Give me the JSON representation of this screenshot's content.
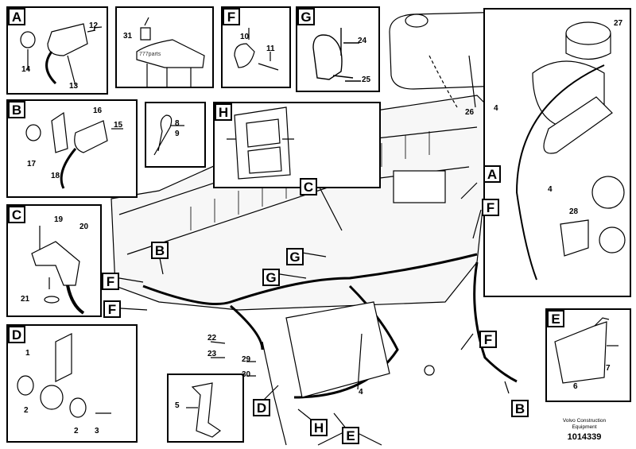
{
  "panels": [
    {
      "id": "A",
      "letter": "A",
      "labels": [
        "12",
        "14",
        "13"
      ]
    },
    {
      "id": "P31",
      "letter": "",
      "labels": [
        "31"
      ]
    },
    {
      "id": "F",
      "letter": "F",
      "labels": [
        "10",
        "11"
      ]
    },
    {
      "id": "G",
      "letter": "G",
      "labels": [
        "24",
        "25"
      ]
    },
    {
      "id": "B",
      "letter": "B",
      "labels": [
        "16",
        "15",
        "17",
        "18"
      ]
    },
    {
      "id": "P8",
      "letter": "",
      "labels": [
        "8",
        "9"
      ]
    },
    {
      "id": "H",
      "letter": "H",
      "labels": []
    },
    {
      "id": "C",
      "letter": "C",
      "labels": [
        "19",
        "20",
        "21"
      ]
    },
    {
      "id": "D",
      "letter": "D",
      "labels": [
        "1",
        "2",
        "2",
        "3"
      ]
    },
    {
      "id": "R",
      "letter": "",
      "labels": [
        "27",
        "4",
        "4",
        "28"
      ]
    },
    {
      "id": "E",
      "letter": "E",
      "labels": [
        "7",
        "6"
      ]
    },
    {
      "id": "P5",
      "letter": "",
      "labels": [
        "5"
      ]
    }
  ],
  "main_labels": [
    "26",
    "22",
    "23",
    "29",
    "30",
    "4"
  ],
  "callouts": [
    "A",
    "C",
    "B",
    "F",
    "F",
    "G",
    "G",
    "F",
    "F",
    "B",
    "D",
    "H",
    "E"
  ],
  "watermark": "777parts",
  "footer": {
    "line1": "Volvo Construction",
    "line2": "Equipment",
    "number": "1014339"
  }
}
